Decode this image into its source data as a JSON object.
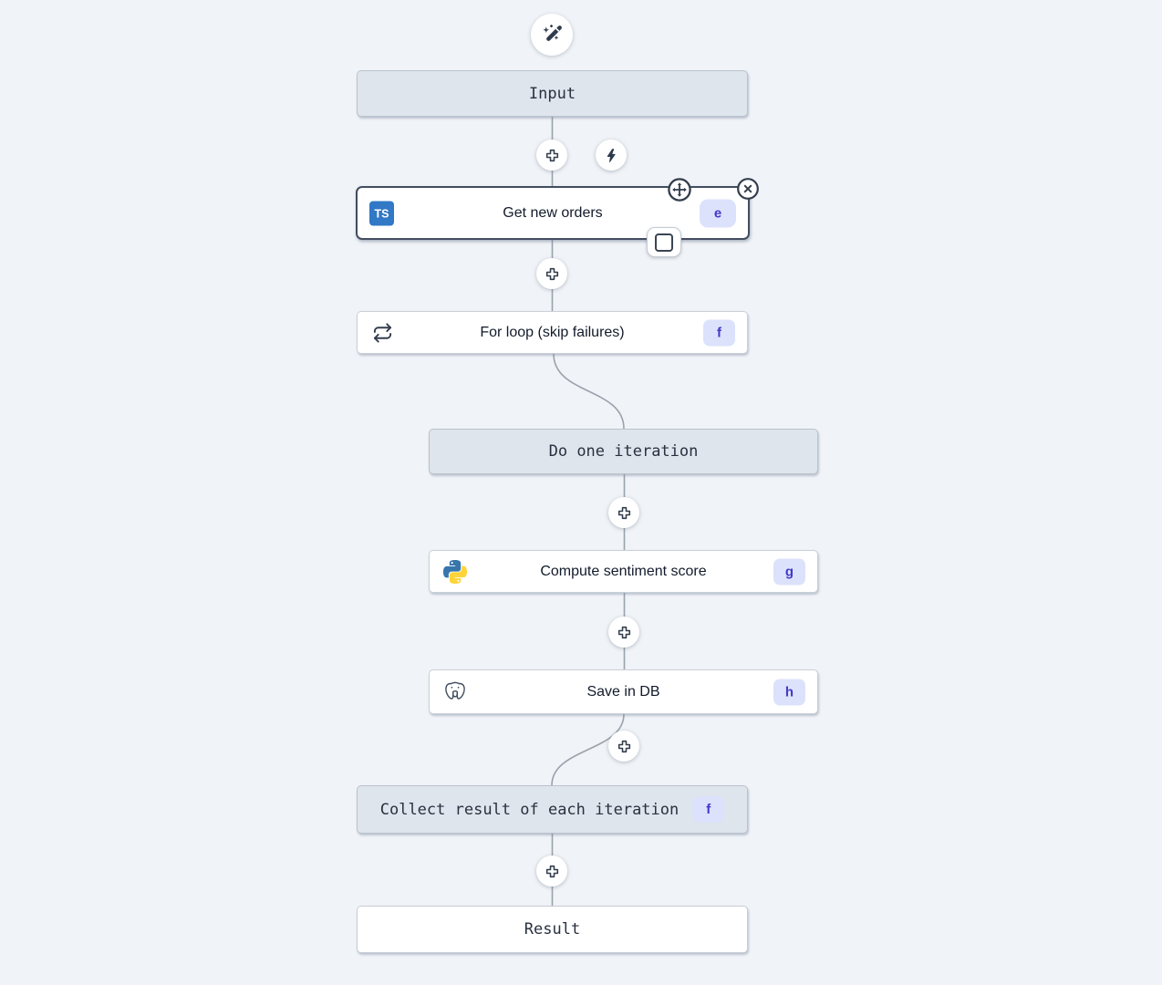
{
  "colors": {
    "canvas_bg": "#f0f3f7",
    "virtual_node_bg": "#dfe5ec",
    "node_border": "#c9d0d9",
    "selected_border": "#434d60",
    "badge_bg": "#dce2fb",
    "badge_text": "#4338ca",
    "typescript_blue": "#3178c6",
    "python_blue": "#3776ab",
    "python_yellow": "#ffd43b",
    "connector": "#9aa2ad",
    "icon_dark": "#2f3a4c"
  },
  "icons": {
    "trigger": "magic-wand-icon",
    "add_step": "plus-icon",
    "run_trigger": "bolt-icon",
    "loop": "repeat-icon",
    "move_handle": "move-crosshair-icon",
    "delete": "close-icon",
    "expand": "expand-box-icon",
    "typescript": "typescript-icon",
    "python": "python-icon",
    "postgresql": "postgresql-elephant-icon"
  },
  "nodes": {
    "input": {
      "label": "Input"
    },
    "get_new_orders": {
      "label": "Get new orders",
      "badge": "e",
      "icon_text": "TS",
      "selected": true
    },
    "for_loop": {
      "label": "For loop (skip failures)",
      "badge": "f"
    },
    "do_one_iteration": {
      "label": "Do one iteration"
    },
    "compute_sentiment_score": {
      "label": "Compute sentiment score",
      "badge": "g"
    },
    "save_in_db": {
      "label": "Save in DB",
      "badge": "h"
    },
    "collect_result": {
      "label": "Collect result of each iteration",
      "badge": "f"
    },
    "result": {
      "label": "Result"
    }
  }
}
